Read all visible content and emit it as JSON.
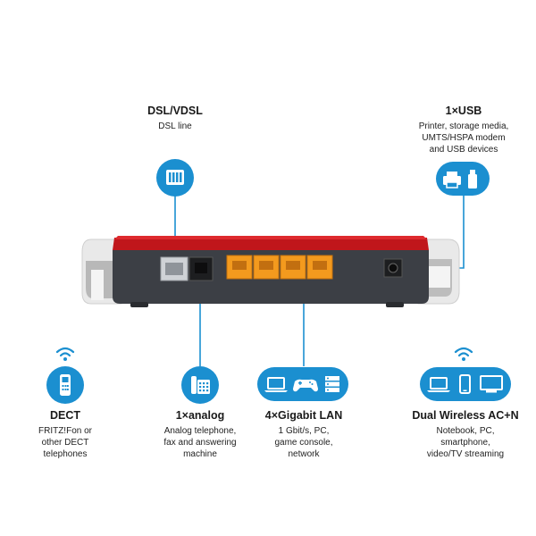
{
  "features": {
    "dsl": {
      "title": "DSL/VDSL",
      "desc": [
        "DSL line"
      ],
      "icon": "dsl-port-icon"
    },
    "usb": {
      "title": "1×USB",
      "desc": [
        "Printer, storage media,",
        "UMTS/HSPA modem",
        "and USB devices"
      ],
      "icon": "printer-usb-stick-icon"
    },
    "dect": {
      "title": "DECT",
      "desc": [
        "FRITZ!Fon or",
        "other DECT",
        "telephones"
      ],
      "icon": "cordless-phone-icon"
    },
    "analog": {
      "title": "1×analog",
      "desc": [
        "Analog telephone,",
        "fax and answering",
        "machine"
      ],
      "icon": "desk-phone-icon"
    },
    "lan": {
      "title": "4×Gigabit LAN",
      "desc": [
        "1 Gbit/s, PC,",
        "game console,",
        "network"
      ],
      "icon": "laptop-gamepad-server-icon"
    },
    "wireless": {
      "title": "Dual Wireless  AC+N",
      "desc": [
        "Notebook, PC,",
        "smartphone,",
        "video/TV streaming"
      ],
      "icon": "laptop-phone-monitor-icon"
    }
  },
  "colors": {
    "accent": "#1b8fd0",
    "router_body": "#3c3f45",
    "router_top": "#c0161b",
    "lan_ports": "#f39a1e"
  }
}
